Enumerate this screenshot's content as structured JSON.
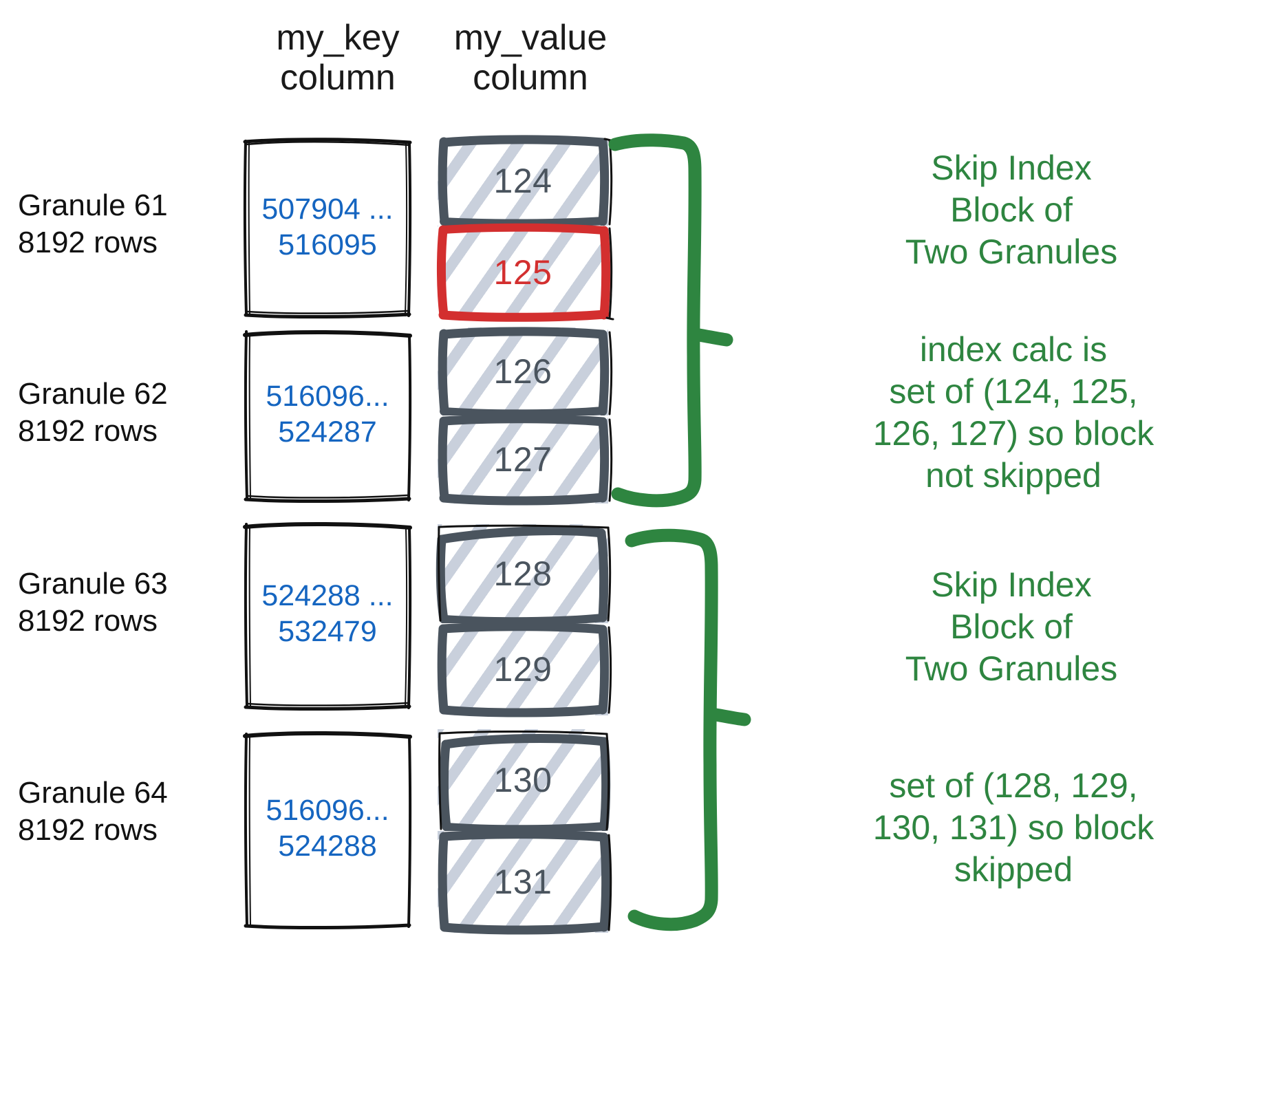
{
  "headers": {
    "key_column": "my_key\ncolumn",
    "value_column": "my_value\ncolumn"
  },
  "colors": {
    "key_text": "#1565c0",
    "value_text": "#4a545e",
    "highlight": "#d32f2f",
    "annotation": "#2e8540",
    "cell_border": "#4a545e",
    "hatch": "#c6ced9"
  },
  "rows": [
    {
      "label": "Granule 61\n8192 rows",
      "key_range": "507904 ...\n516095",
      "values": [
        {
          "text": "124",
          "highlighted": false
        },
        {
          "text": "125",
          "highlighted": true
        }
      ]
    },
    {
      "label": "Granule 62\n8192 rows",
      "key_range": "516096...\n524287",
      "values": [
        {
          "text": "126",
          "highlighted": false
        },
        {
          "text": "127",
          "highlighted": false
        }
      ]
    },
    {
      "label": "Granule 63\n8192 rows",
      "key_range": "524288 ...\n532479",
      "values": [
        {
          "text": "128",
          "highlighted": false
        },
        {
          "text": "129",
          "highlighted": false
        }
      ]
    },
    {
      "label": "Granule 64\n8192 rows",
      "key_range": "516096...\n524288",
      "values": [
        {
          "text": "130",
          "highlighted": false
        },
        {
          "text": "131",
          "highlighted": false
        }
      ]
    }
  ],
  "annotations": [
    {
      "text": "Skip Index\nBlock of\nTwo Granules"
    },
    {
      "text": "index calc is\nset of (124, 125,\n126, 127) so block\nnot skipped"
    },
    {
      "text": "Skip Index\nBlock of\nTwo Granules"
    },
    {
      "text": "set of (128, 129,\n130, 131) so block\nskipped"
    }
  ]
}
